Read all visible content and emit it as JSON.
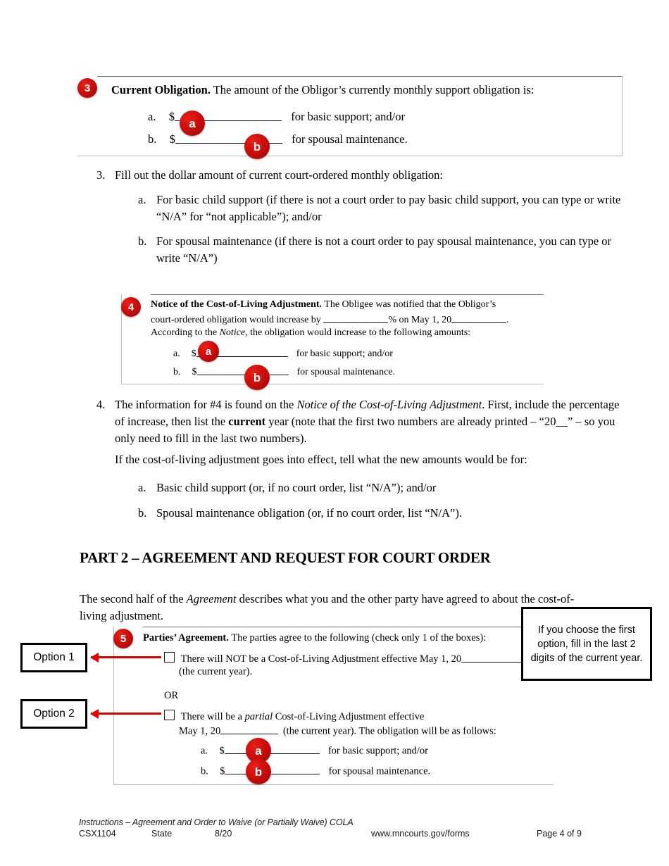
{
  "document": {
    "type": "court-form-instructions",
    "accent_red": "#c00000",
    "badge_red": "#d4110d"
  },
  "section3": {
    "badge": "3",
    "heading": "Current Obligation.",
    "lead": " The amount of the Obligor’s currently monthly support obligation is:",
    "item_a_marker": "a.",
    "item_a_dollar": "$",
    "item_a_tail": "for basic support; and/or",
    "item_a_badge": "a",
    "item_b_marker": "b.",
    "item_b_dollar": "$",
    "item_b_tail": "for spousal maintenance.",
    "item_b_badge": "b"
  },
  "instruction3": {
    "number": "3.",
    "lead": "Fill out the dollar amount of current court-ordered monthly obligation:",
    "sub_a_marker": "a.",
    "sub_a_text": "For basic child support (if there is not a court order to pay basic child support, you can type or write “N/A” for “not applicable”); and/or",
    "sub_b_marker": "b.",
    "sub_b_text": "For spousal maintenance (if there is not a court order to pay spousal maintenance, you can type or write “N/A”)"
  },
  "section4": {
    "badge": "4",
    "heading": "Notice of the Cost-of-Living Adjustment.",
    "line1_tail": " The Obligee was notified that the Obligor’s",
    "line2_pre": "court-ordered obligation would increase by ",
    "line2_mid": "% on May 1, 20",
    "line2_end": ".",
    "line3_pre": "According to the ",
    "line3_italic": "Notice",
    "line3_post": ", the obligation would increase to the following amounts:",
    "item_a_marker": "a.",
    "item_a_dollar": "$",
    "item_a_tail": "for basic support; and/or",
    "item_a_badge": "a",
    "item_b_marker": "b.",
    "item_b_dollar": "$",
    "item_b_tail": "for spousal maintenance.",
    "item_b_badge": "b"
  },
  "instruction4": {
    "number": "4.",
    "p1_part1": "The information for #4 is found on the ",
    "p1_italic": "Notice of the Cost-of-Living Adjustment",
    "p1_part2": ". First, include the percentage of increase, then list the ",
    "p1_bold": "current",
    "p1_part3": " year (note that the first two numbers are already printed – “20__” – so you only need to fill in the last two numbers).",
    "p2": "If the cost-of-living adjustment goes into effect, tell what the new amounts would be for:",
    "sub_a_marker": "a.",
    "sub_a_text": "Basic child support (or, if no court order, list “N/A”); and/or",
    "sub_b_marker": "b.",
    "sub_b_text": "Spousal maintenance obligation (or, if no court order, list “N/A”)."
  },
  "part2": {
    "heading": "PART 2 – AGREEMENT AND REQUEST FOR COURT ORDER",
    "intro_pre": "The second half of the ",
    "intro_italic": "Agreement",
    "intro_post": " describes what you and the other party have agreed to about the cost-of-living adjustment."
  },
  "section5": {
    "badge": "5",
    "heading": "Parties’ Agreement.",
    "lead": " The parties agree to the following (check only 1 of the boxes):",
    "option1_text": "There will NOT be a Cost-of-Living Adjustment effective May 1, 20",
    "option1_line2": "(the current year).",
    "or_text": "OR",
    "option2_pre": "There will be a ",
    "option2_italic": "partial",
    "option2_post": " Cost-of-Living Adjustment effective",
    "option2_line2_pre": "May 1, 20",
    "option2_line2_post": "(the current year).  The obligation will be as follows:",
    "item_a_marker": "a.",
    "item_a_dollar": "$",
    "item_a_tail": "for basic support; and/or",
    "item_a_badge": "a",
    "item_b_marker": "b.",
    "item_b_dollar": "$",
    "item_b_tail": "for spousal maintenance.",
    "item_b_badge": "b"
  },
  "annotations": {
    "tip_box": "If you choose the first option, fill in the last 2 digits of the current year.",
    "option1_label": "Option 1",
    "option2_label": "Option 2"
  },
  "footer": {
    "line1": "Instructions – Agreement and Order to Waive (or Partially Waive) COLA",
    "form_number": "CSX1104",
    "scope": "State",
    "revision": "8/20",
    "url": "www.mncourts.gov/forms",
    "page": "Page 4 of 9"
  }
}
